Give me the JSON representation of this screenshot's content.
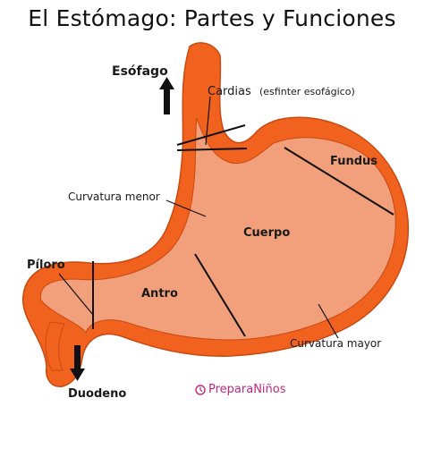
{
  "title": "El Estómago: Partes y Funciones",
  "labels": {
    "esofago": "Esófago",
    "cardias": "Cardias",
    "cardias_note": "(esfinter esofágico)",
    "fundus": "Fundus",
    "curvatura_menor": "Curvatura menor",
    "cuerpo": "Cuerpo",
    "piloro": "Píloro",
    "antro": "Antro",
    "curvatura_mayor": "Curvatura mayor",
    "duodeno": "Duodeno"
  },
  "brand": "PreparaNiños",
  "colors": {
    "outer_wall": "#f0621e",
    "inner_fill": "#f2a07c",
    "outline": "#c94a12",
    "brand": "#c0287e"
  }
}
